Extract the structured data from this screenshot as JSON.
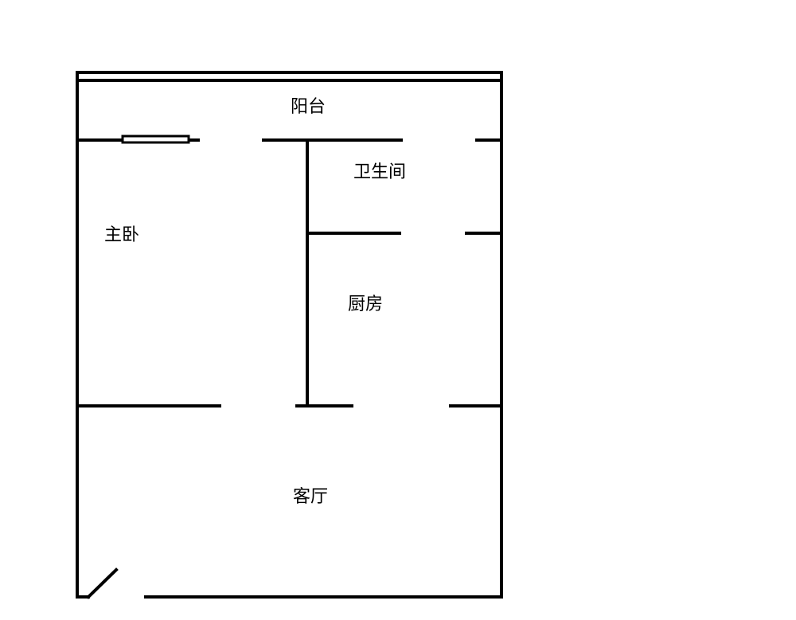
{
  "floor_plan": {
    "rooms": {
      "balcony": "阳台",
      "bathroom": "卫生间",
      "master_bedroom": "主卧",
      "kitchen": "厨房",
      "living_room": "客厅"
    }
  }
}
